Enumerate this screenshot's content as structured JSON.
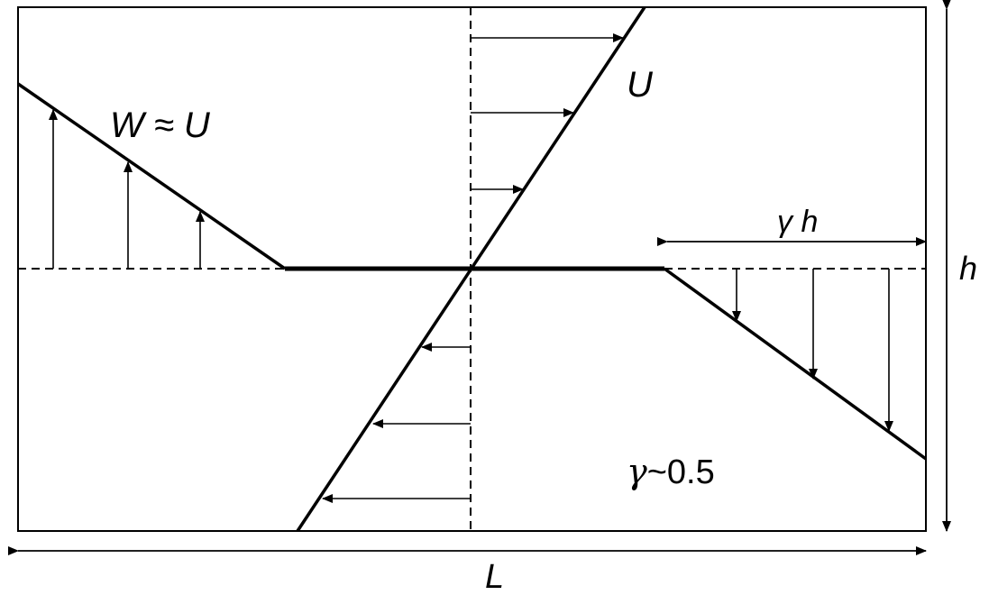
{
  "labels": {
    "w_approx_u": "W ≈ U",
    "u": "U",
    "gamma_h": "γ h",
    "h": "h",
    "l": "L",
    "gamma_symbol": "γ",
    "gamma_value": "~0.5"
  }
}
